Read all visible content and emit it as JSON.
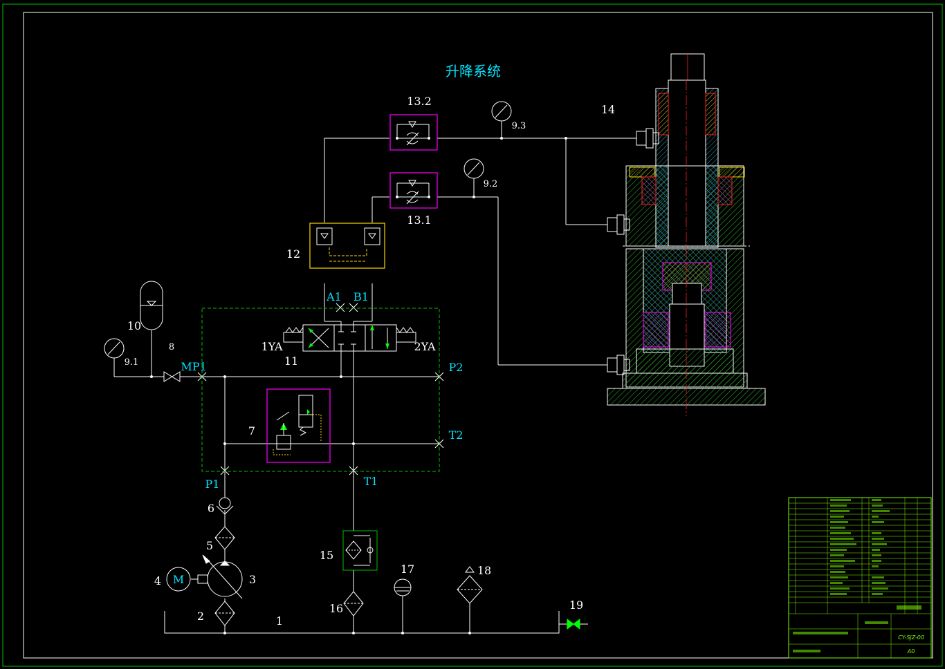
{
  "title": "升降系统",
  "labels": {
    "n1": "1",
    "n2": "2",
    "n3": "3",
    "n4": "4",
    "n5": "5",
    "n6": "6",
    "n7": "7",
    "n8": "8",
    "n91": "9.1",
    "n92": "9.2",
    "n93": "9.3",
    "n10": "10",
    "n11": "11",
    "n12": "12",
    "n131": "13.1",
    "n132": "13.2",
    "n14": "14",
    "n15": "15",
    "n16": "16",
    "n17": "17",
    "n18": "18",
    "n19": "19",
    "motor": "M"
  },
  "ports": {
    "a1": "A1",
    "b1": "B1",
    "mp1": "MP1",
    "p1": "P1",
    "p2": "P2",
    "t1": "T1",
    "t2": "T2",
    "ya1": "1YA",
    "ya2": "2YA"
  },
  "title_block": {
    "drawing_no": "CY-SJZ-00",
    "size": "A0"
  },
  "colors": {
    "line": "#ffffff",
    "green": "#00ff00",
    "magenta": "#ff00ff",
    "yellow": "#ffd700",
    "cyan": "#00e5ff",
    "red": "#ff2020",
    "hatch_blue": "#3a8fd0",
    "hatch_green": "#2ca02c"
  }
}
